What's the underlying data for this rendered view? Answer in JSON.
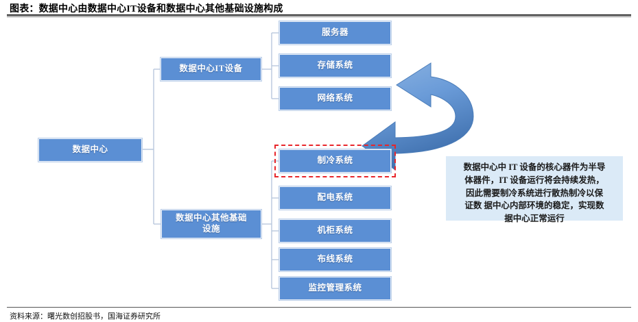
{
  "header": {
    "title": "图表：数据中心由数据中心IT设备和数据中心其他基础设施构成"
  },
  "footer": {
    "source": "资料来源：曙光数创招股书，国海证券研究所"
  },
  "colors": {
    "node_fill": "#5b8fd4",
    "node_border": "#b9cde8",
    "connector": "#b8c8dd",
    "highlight": "#e8252a",
    "callout_bg": "#dbeaf7",
    "arrow_light": "#7ba7dd",
    "arrow_dark": "#3e6fad",
    "text_on_node": "#ffffff"
  },
  "diagram": {
    "root": {
      "label": "数据中心"
    },
    "branches": [
      {
        "label": "数据中心IT设备",
        "children": [
          {
            "label": "服务器",
            "highlighted": false
          },
          {
            "label": "存储系统",
            "highlighted": false
          },
          {
            "label": "网络系统",
            "highlighted": false
          }
        ]
      },
      {
        "label": "数据中心其他基础设施",
        "label_line1": "数据中心其他基础",
        "label_line2": "设施",
        "children": [
          {
            "label": "制冷系统",
            "highlighted": true
          },
          {
            "label": "配电系统",
            "highlighted": false
          },
          {
            "label": "机柜系统",
            "highlighted": false
          },
          {
            "label": "布线系统",
            "highlighted": false
          },
          {
            "label": "监控管理系统",
            "highlighted": false
          }
        ]
      }
    ],
    "annotation": {
      "text": "数据中心中 IT 设备的核心器件为半导体器件，IT 设备运行将会持续发热，因此需要制冷系统进行散热制冷以保证数 据中心内部环境的稳定，实现数据中心正常运行",
      "lines": [
        "数据中心中 IT 设备的核心器件为半导",
        "体器件，IT 设备运行将会持续发热，",
        "因此需要制冷系统进行散热制冷以保",
        "证数 据中心内部环境的稳定，实现数",
        "据中心正常运行"
      ]
    },
    "arrow": {
      "name": "curved-arrow-from-cooling-to-it-equipment",
      "direction": "left"
    }
  }
}
